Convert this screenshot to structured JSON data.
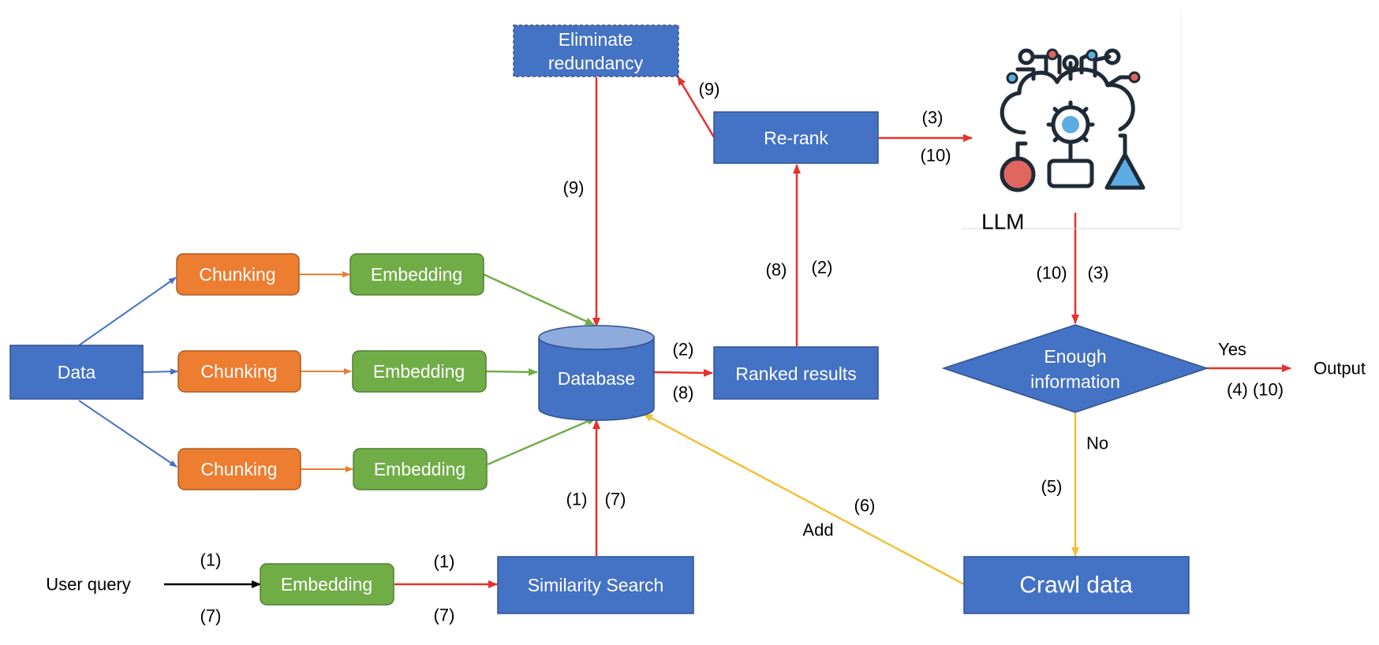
{
  "nodes": {
    "data": "Data",
    "chunking_1": "Chunking",
    "chunking_2": "Chunking",
    "chunking_3": "Chunking",
    "embedding_1": "Embedding",
    "embedding_2": "Embedding",
    "embedding_3": "Embedding",
    "embedding_query": "Embedding",
    "database": "Database",
    "ranked_results": "Ranked results",
    "rerank": "Re-rank",
    "eliminate_line1": "Eliminate",
    "eliminate_line2": "redundancy",
    "llm": "LLM",
    "enough_line1": "Enough",
    "enough_line2": "information",
    "similarity_search": "Similarity Search",
    "crawl_data": "Crawl data",
    "user_query": "User query",
    "output": "Output"
  },
  "edge_labels": {
    "query_top": "(1)",
    "query_bottom": "(7)",
    "embed_sim_top": "(1)",
    "embed_sim_bottom": "(7)",
    "sim_db_left": "(1)",
    "sim_db_right": "(7)",
    "db_ranked_top": "(2)",
    "db_ranked_bottom": "(8)",
    "ranked_rerank_left": "(8)",
    "ranked_rerank_right": "(2)",
    "rerank_llm_top": "(3)",
    "rerank_llm_bottom": "(10)",
    "rerank_elim": "(9)",
    "elim_db": "(9)",
    "llm_decision_left": "(10)",
    "llm_decision_right": "(3)",
    "yes": "Yes",
    "yes_numbers": "(4) (10)",
    "no": "No",
    "no_number": "(5)",
    "crawl_db_number": "(6)",
    "crawl_db_add": "Add"
  },
  "colors": {
    "blue_box": "#4472C4",
    "orange_box": "#ED7D31",
    "green_box": "#70AD47",
    "red_arrow": "#E8302A",
    "yellow_arrow": "#F2C037",
    "black_arrow": "#000000"
  },
  "icons": [
    "llm-cloud-network-icon"
  ]
}
